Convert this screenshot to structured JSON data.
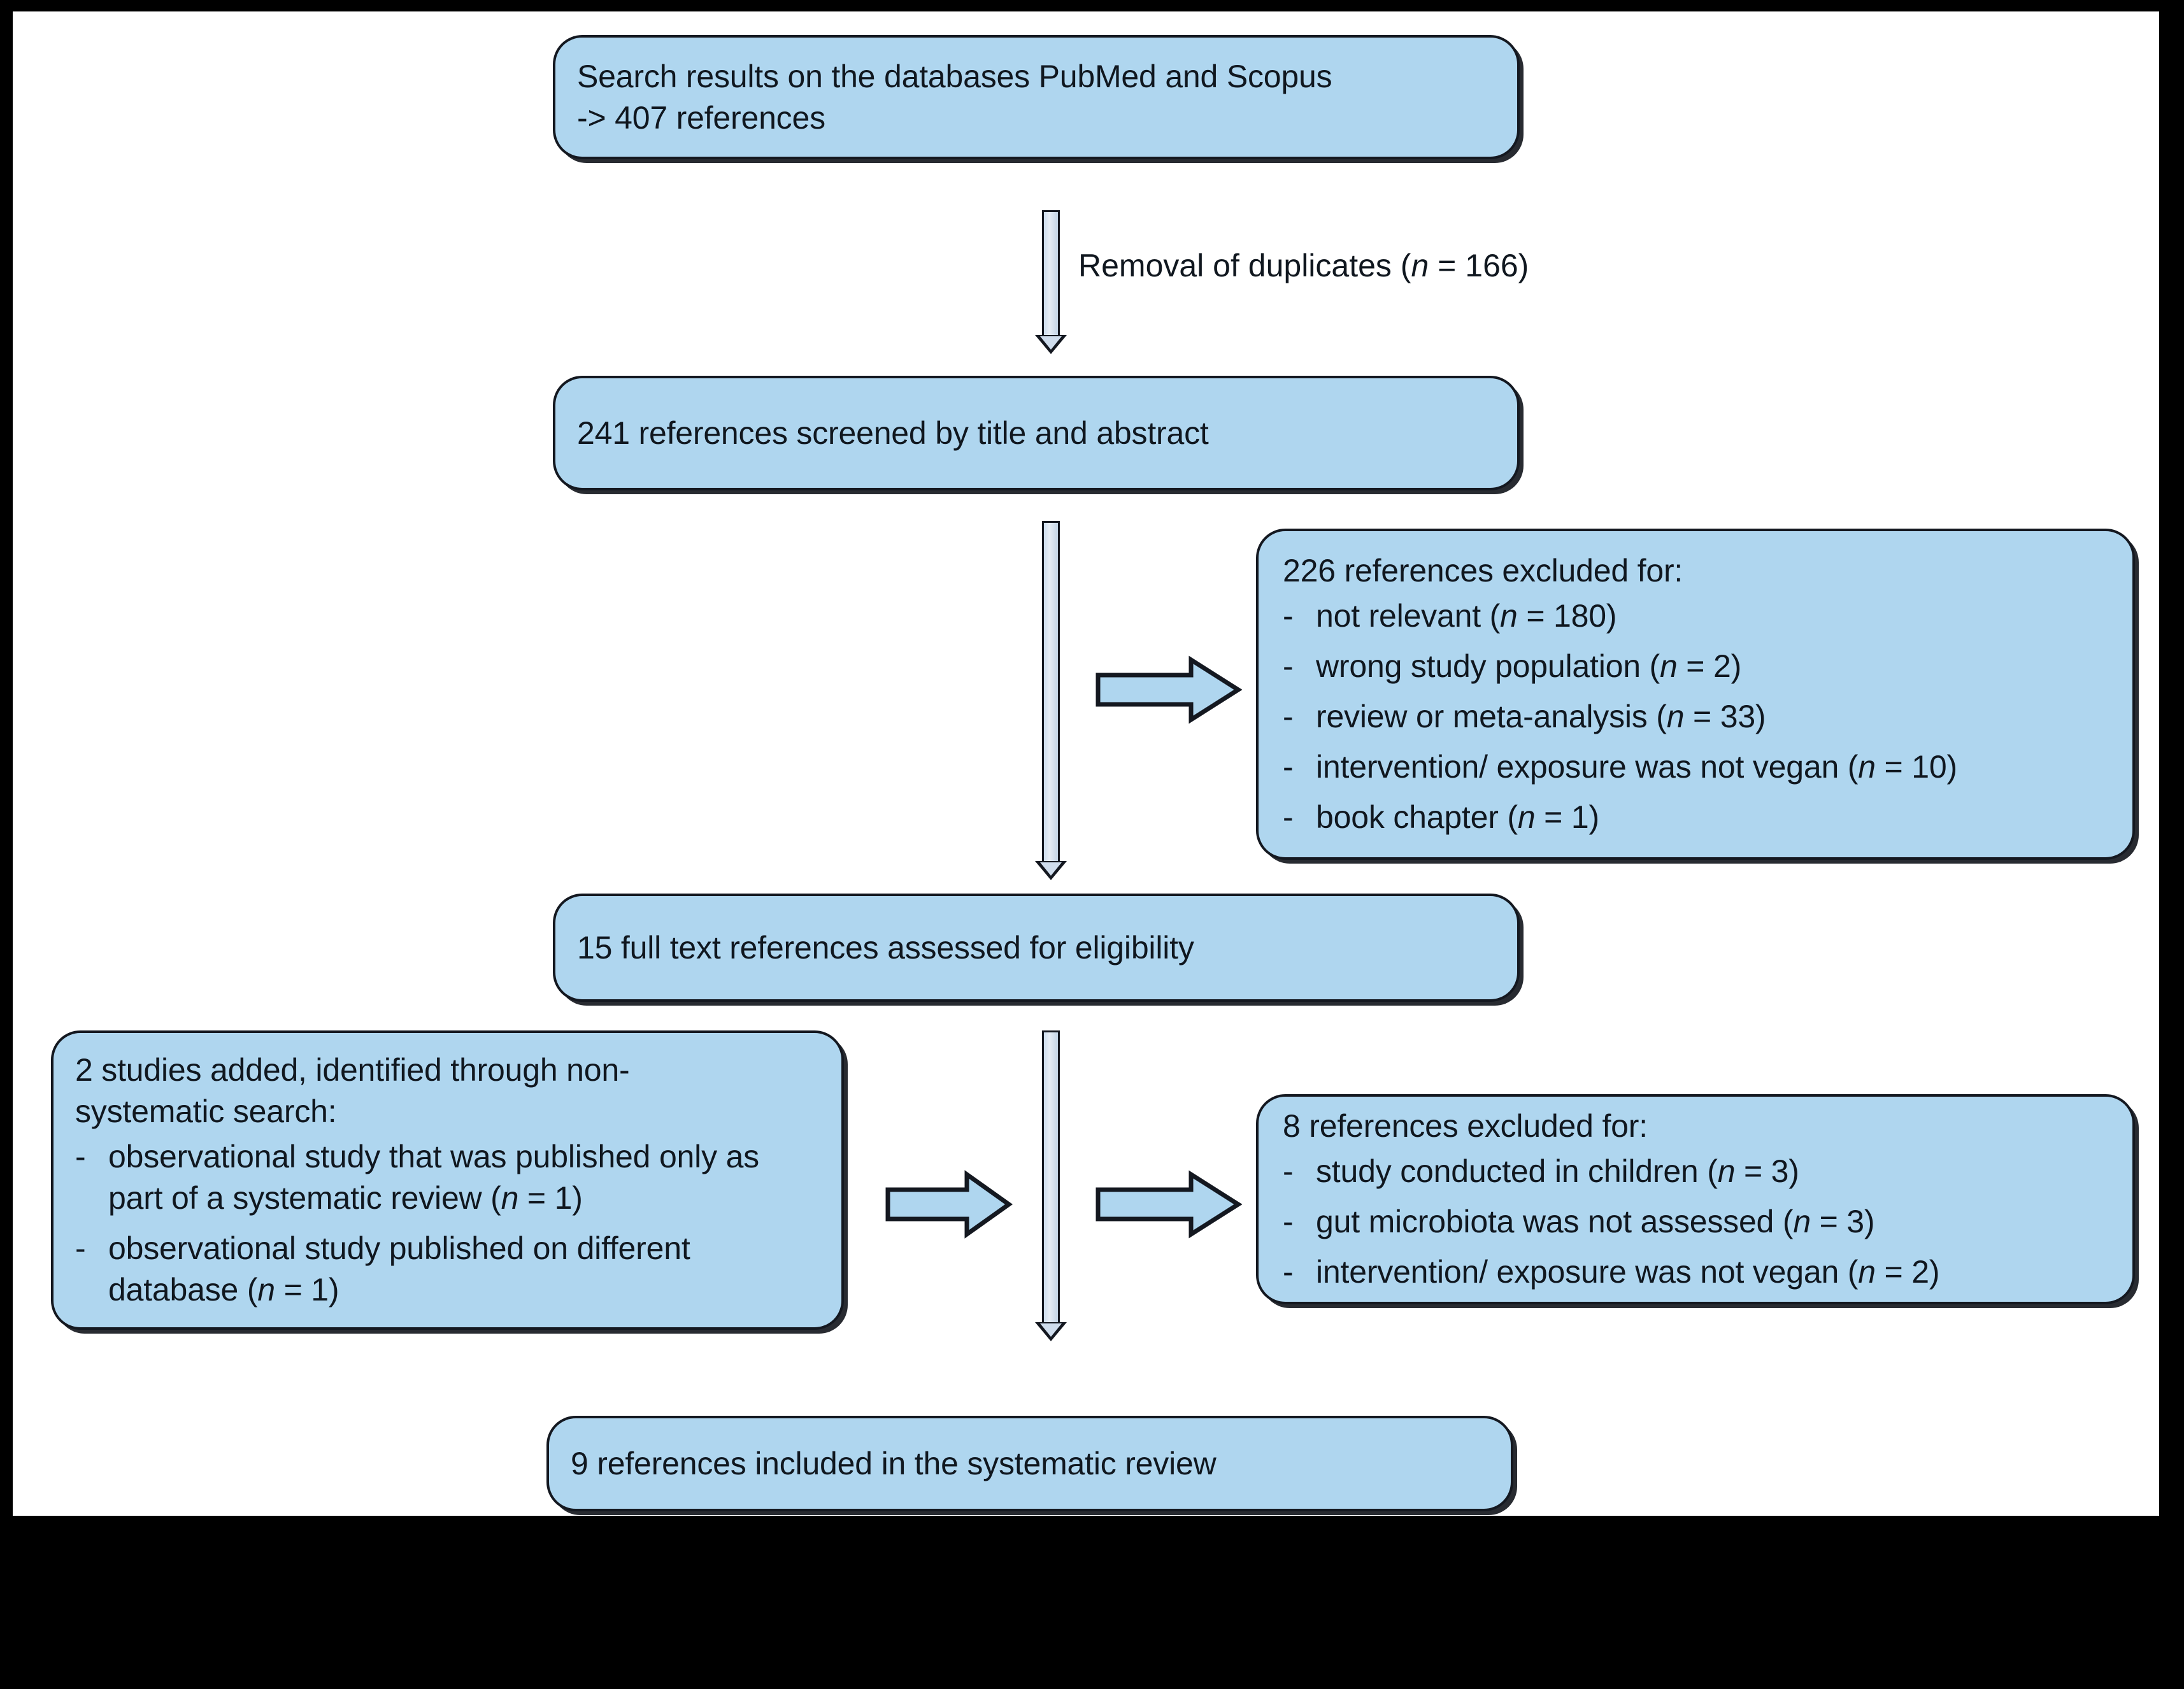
{
  "diagram": {
    "title": "PRISMA study selection flow diagram",
    "colors": {
      "box_fill": "#AFD6EF",
      "box_stroke": "#141820",
      "arrow_fill": "#AFD6EF",
      "frame": "#000000",
      "canvas": "#FFFFFF",
      "text": "#10171F"
    },
    "nodes": {
      "search_results": {
        "name": "search-results-box",
        "line1": "Search results on the databases PubMed and Scopus",
        "line2": "-> 407 references"
      },
      "screened": {
        "name": "screened-box",
        "line1": "241 references screened by title and abstract"
      },
      "excluded_226": {
        "name": "excluded-226-box",
        "heading": "226 references excluded for:",
        "items": [
          {
            "dash": "-",
            "text": "not relevant (",
            "italic": "n",
            "tail": " = 180)"
          },
          {
            "dash": "-",
            "text": "wrong study population (",
            "italic": "n",
            "tail": " = 2)"
          },
          {
            "dash": "-",
            "text": "review or meta-analysis (",
            "italic": "n",
            "tail": " = 33)"
          },
          {
            "dash": "-",
            "text": "intervention/ exposure was not vegan (",
            "italic": "n",
            "tail": " = 10)"
          },
          {
            "dash": "-",
            "text": "book chapter (",
            "italic": "n",
            "tail": " = 1)"
          }
        ]
      },
      "full_text": {
        "name": "full-text-box",
        "line1": "15 full text references assessed for eligibility"
      },
      "added_studies": {
        "name": "added-studies-box",
        "heading_line1": "2 studies added, identified through non-",
        "heading_line2": "systematic search:",
        "items": [
          {
            "dash": "-",
            "text": "observational study that was published only as part of a systematic review (",
            "italic": "n",
            "tail": " = 1)"
          },
          {
            "dash": "-",
            "text": "observational study published on different database (",
            "italic": "n",
            "tail": " = 1)"
          }
        ]
      },
      "excluded_8": {
        "name": "excluded-8-box",
        "heading": "8 references excluded for:",
        "items": [
          {
            "dash": "-",
            "text": "study conducted in children (",
            "italic": "n",
            "tail": " = 3)"
          },
          {
            "dash": "-",
            "text": "gut microbiota was not assessed (",
            "italic": "n",
            "tail": " = 3)"
          },
          {
            "dash": "-",
            "text": "intervention/ exposure was not vegan (",
            "italic": "n",
            "tail": " = 2)"
          }
        ]
      },
      "included": {
        "name": "included-box",
        "line1": "9 references included in the systematic review"
      }
    },
    "edges": {
      "duplicates_label": {
        "name": "removal-of-duplicates-label",
        "text": "Removal of duplicates (",
        "italic": "n",
        "tail": " = 166)"
      },
      "connectors": [
        {
          "name": "connector-search-to-screened",
          "kind": "vertical-arrow"
        },
        {
          "name": "connector-screened-to-fulltext",
          "kind": "vertical-arrow"
        },
        {
          "name": "connector-fulltext-to-included",
          "kind": "vertical-arrow"
        },
        {
          "name": "arrow-screened-to-excluded226",
          "kind": "horizontal-block-arrow"
        },
        {
          "name": "arrow-added-to-flow",
          "kind": "horizontal-block-arrow"
        },
        {
          "name": "arrow-fulltext-to-excluded8",
          "kind": "horizontal-block-arrow"
        }
      ]
    }
  }
}
